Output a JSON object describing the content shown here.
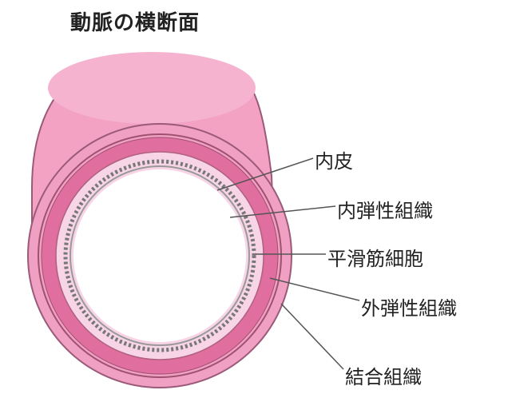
{
  "title": "動脈の横断面",
  "labels": {
    "endothelium": "内皮",
    "internal_elastic": "内弾性組織",
    "smooth_muscle": "平滑筋細胞",
    "external_elastic": "外弾性組織",
    "connective": "結合組織"
  },
  "colors": {
    "outer_layer": "#f2a6c6",
    "tube_top": "#f3a2c4",
    "connective_ring": "#f0a0c2",
    "media_ring": "#e06fa0",
    "inner_band": "#f7d5e6",
    "lumen": "#ffffff",
    "outline": "#9a5a78"
  }
}
